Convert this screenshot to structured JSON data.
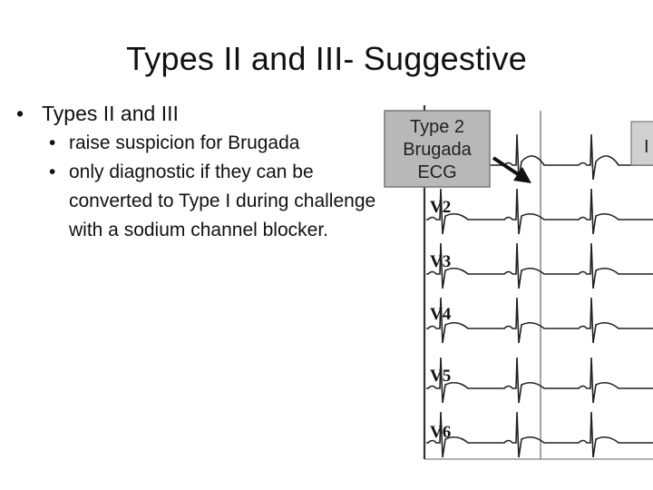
{
  "slide": {
    "title": "Types II and III- Suggestive",
    "bullets": [
      {
        "text": "Types II and III",
        "sub": [
          "raise suspicion for Brugada",
          "only diagnostic if they can be converted to Type I during challenge with a sodium channel blocker."
        ]
      }
    ],
    "bullet_glyph": "•"
  },
  "ecg_figure": {
    "label_lines": [
      "Type 2",
      "Brugada",
      "ECG"
    ],
    "cut_label": "I",
    "lead_labels": [
      "V2",
      "V3",
      "V4",
      "V5",
      "V6"
    ],
    "colors": {
      "label_box": "#b8b8b8",
      "trace": "#222222",
      "grid_line": "#555555"
    }
  }
}
